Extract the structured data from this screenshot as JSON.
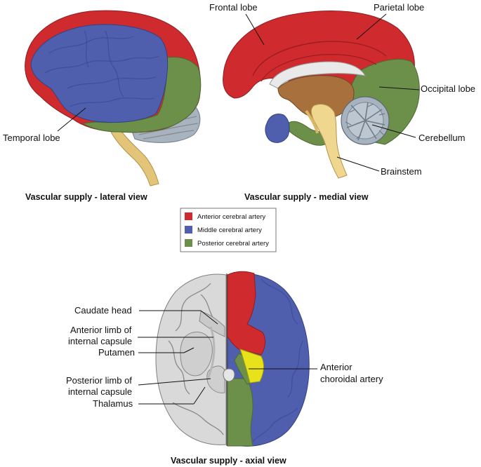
{
  "colors": {
    "anterior": "#cf2a2d",
    "middle": "#4f5fae",
    "posterior": "#6c8f4a",
    "choroidal": "#e8e21a",
    "stem": "#e3c57a",
    "cerebellum": "#a7b3bf",
    "gray_brain": "#d9d9d9"
  },
  "lateral": {
    "caption": "Vascular supply - lateral view",
    "labels": {
      "temporal": "Temporal lobe"
    }
  },
  "medial": {
    "caption": "Vascular supply - medial view",
    "labels": {
      "frontal": "Frontal lobe",
      "parietal": "Parietal lobe",
      "occipital": "Occipital lobe",
      "cerebellum": "Cerebellum",
      "brainstem": "Brainstem"
    }
  },
  "legend": {
    "items": [
      {
        "label": "Anterior cerebral artery",
        "color": "#cf2a2d"
      },
      {
        "label": "Middle cerebral artery",
        "color": "#4f5fae"
      },
      {
        "label": "Posterior cerebral artery",
        "color": "#6c8f4a"
      }
    ]
  },
  "axial": {
    "caption": "Vascular supply - axial view",
    "labels": {
      "caudate": "Caudate head",
      "anterior_limb_1": "Anterior limb of",
      "anterior_limb_2": "internal capsule",
      "putamen": "Putamen",
      "posterior_limb_1": "Posterior limb of",
      "posterior_limb_2": "internal capsule",
      "thalamus": "Thalamus",
      "choroidal_1": "Anterior",
      "choroidal_2": "choroidal artery"
    }
  }
}
